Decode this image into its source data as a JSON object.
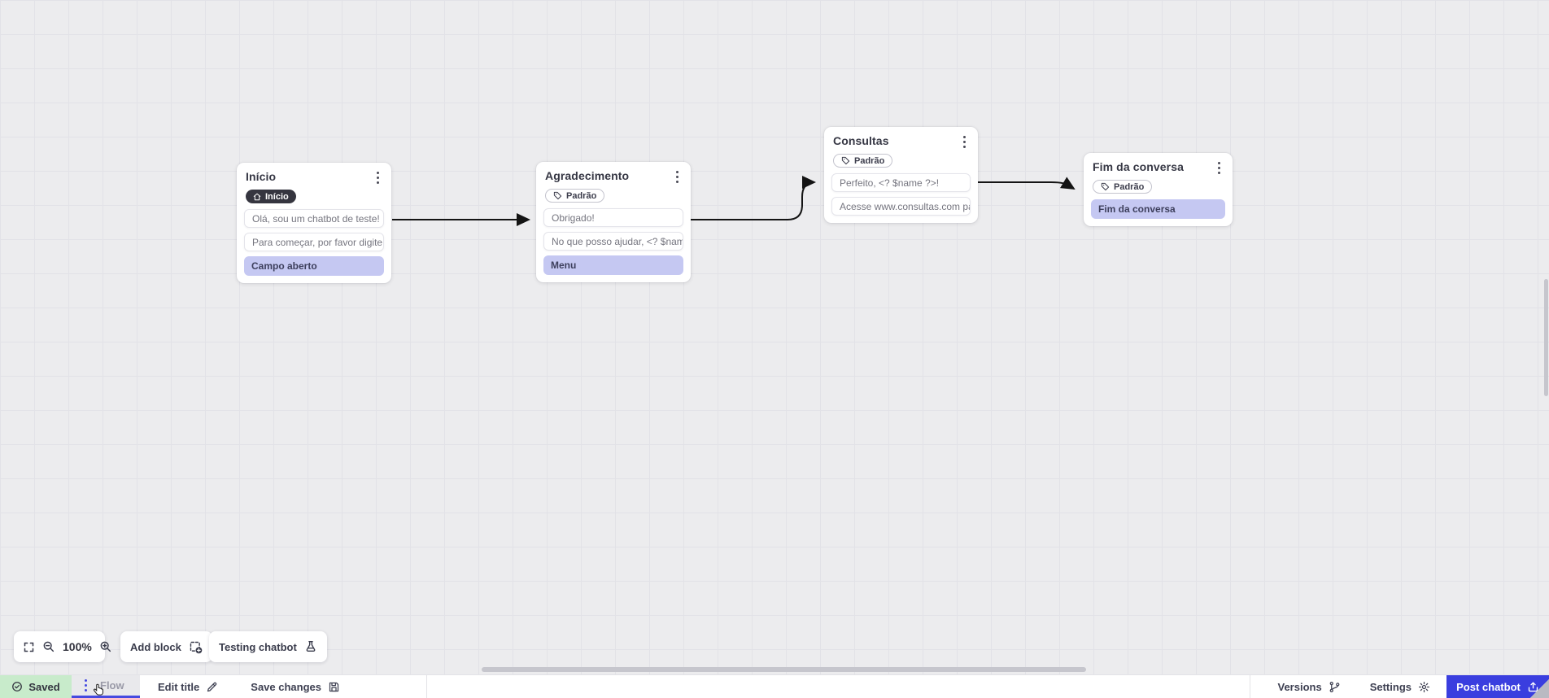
{
  "nodes": {
    "inicio": {
      "title": "Início",
      "badge": "Início",
      "rows": [
        "Olá, sou um chatbot de teste!",
        "Para começar, por favor digite o ...",
        "Campo aberto"
      ]
    },
    "agradecimento": {
      "title": "Agradecimento",
      "badge": "Padrão",
      "rows": [
        "Obrigado!",
        "No que posso ajudar, <? $name ...",
        "Menu"
      ]
    },
    "consultas": {
      "title": "Consultas",
      "badge": "Padrão",
      "rows": [
        "Perfeito, <? $name ?>!",
        "Acesse www.consultas.com par..."
      ]
    },
    "fim": {
      "title": "Fim da conversa",
      "badge": "Padrão",
      "rows": [
        "Fim da conversa"
      ]
    }
  },
  "toolbar": {
    "zoom_level": "100%",
    "add_block": "Add block",
    "testing_chatbot": "Testing chatbot"
  },
  "statusbar": {
    "saved": "Saved",
    "flow": "Flow",
    "edit_title": "Edit title",
    "save_changes": "Save changes",
    "versions": "Versions",
    "settings": "Settings",
    "post_chatbot": "Post chatbot"
  },
  "colors": {
    "accent": "#4549E0",
    "post_button_bg": "#3A3EDF",
    "saved_bg": "#C8EBCB",
    "highlight_row_bg": "#C5C8F2",
    "dark_badge_bg": "#35353F",
    "canvas_bg": "#ECECEE",
    "wire": "#141414"
  }
}
